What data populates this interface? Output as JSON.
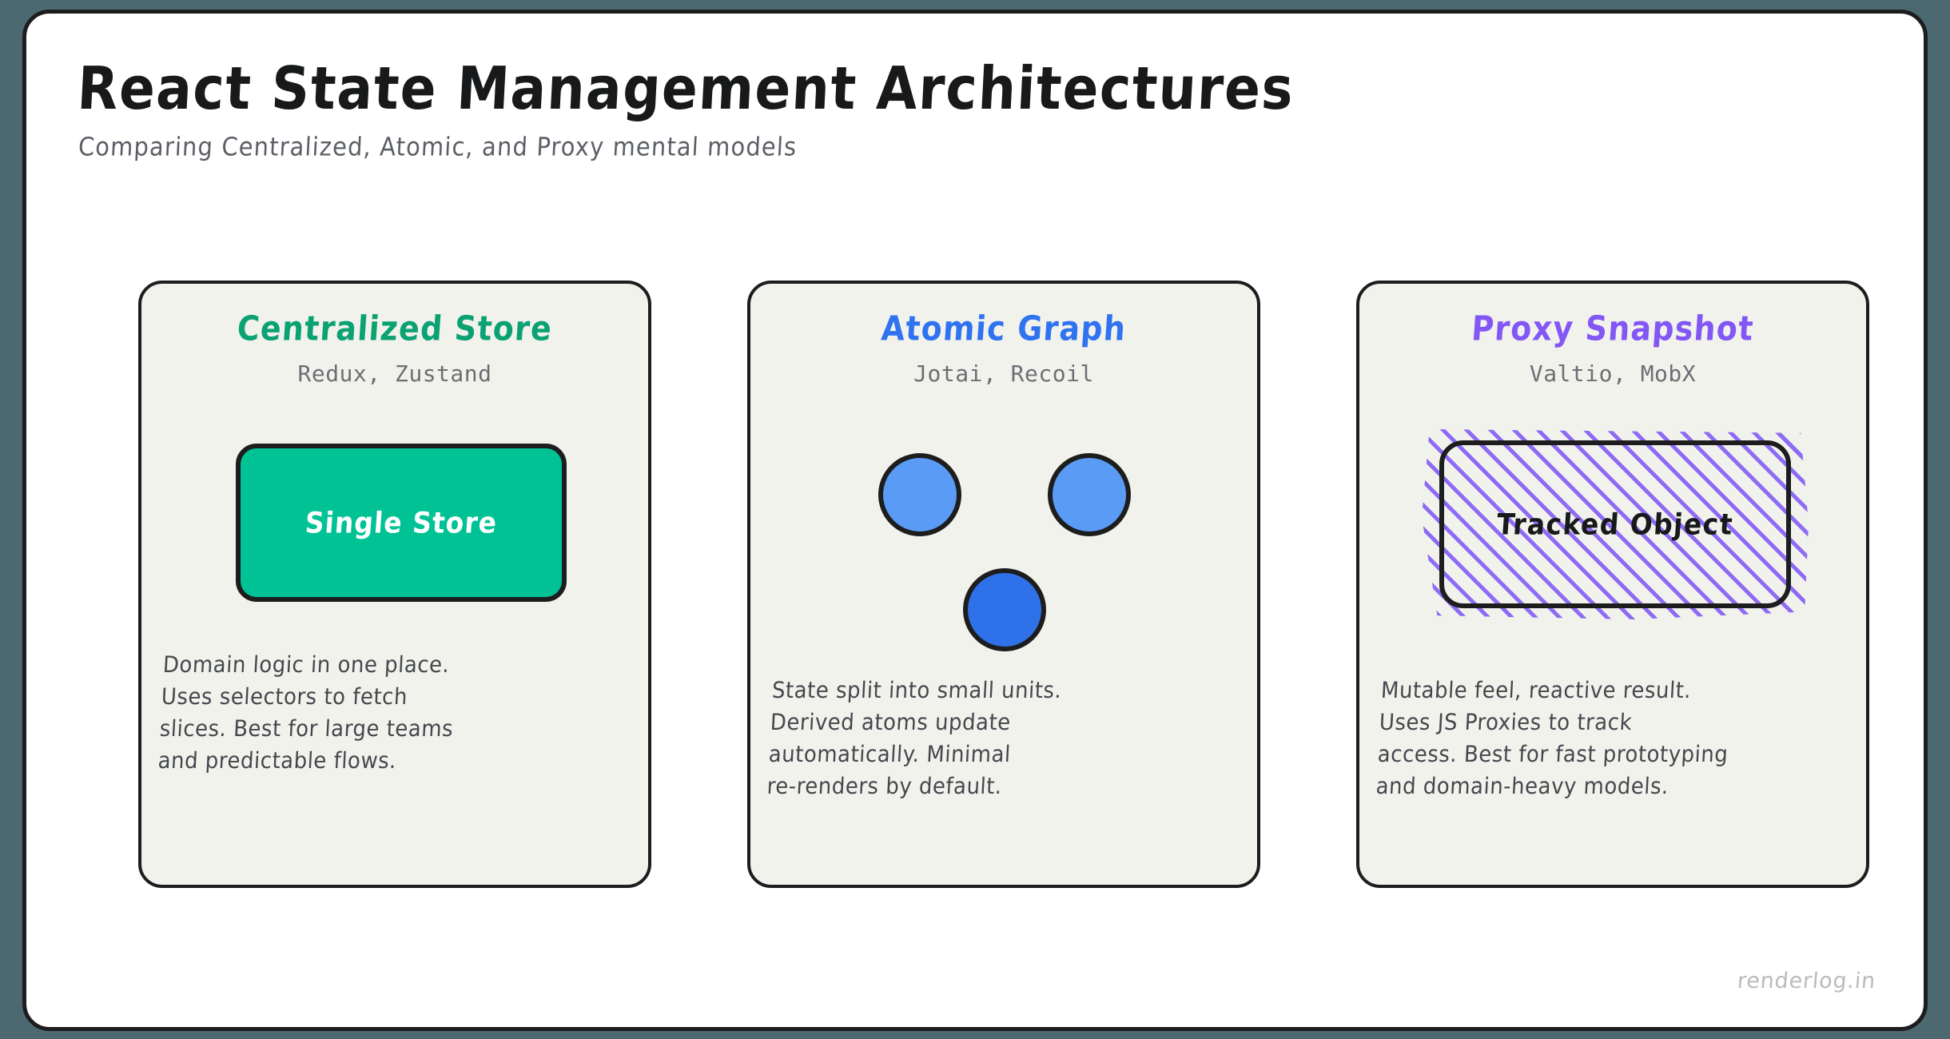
{
  "header": {
    "title": "React State Management Architectures",
    "subtitle": "Comparing Centralized, Atomic, and Proxy mental models"
  },
  "cards": [
    {
      "title": "Centralized Store",
      "title_color": "#0ba273",
      "subtitle": "Redux, Zustand",
      "shape_label": "Single Store",
      "shape_fill": "#00c295",
      "body": "Domain logic in one place.\nUses selectors to fetch\nslices. Best for large teams\nand predictable flows."
    },
    {
      "title": "Atomic Graph",
      "title_color": "#3073f0",
      "subtitle": "Jotai, Recoil",
      "atoms": [
        {
          "fill": "#5a9bf5"
        },
        {
          "fill": "#5a9bf5"
        },
        {
          "fill": "#2f71e8"
        }
      ],
      "body": "State split into small units.\nDerived atoms update\nautomatically. Minimal\nre-renders by default."
    },
    {
      "title": "Proxy Snapshot",
      "title_color": "#8257f5",
      "subtitle": "Valtio, MobX",
      "shape_label": "Tracked Object",
      "hatch_color": "#8a63f6",
      "body": "Mutable feel, reactive result.\nUses JS Proxies to track\naccess. Best for fast prototyping\nand domain-heavy models."
    }
  ],
  "watermark": "renderlog.in",
  "colors": {
    "page_background": "#4c6871",
    "frame_background": "#ffffff",
    "card_background": "#f2f2ed",
    "ink": "#1d1d1d",
    "body_text": "#44484d",
    "subtitle_text": "#6b6f74"
  }
}
